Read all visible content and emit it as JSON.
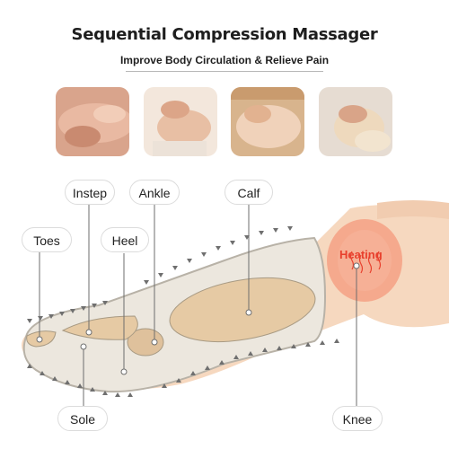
{
  "header": {
    "title": "Sequential Compression Massager",
    "subtitle": "Improve Body Circulation & Relieve Pain"
  },
  "photos": [
    {
      "name": "massage-photo-foot"
    },
    {
      "name": "massage-photo-calf"
    },
    {
      "name": "massage-photo-thigh"
    },
    {
      "name": "massage-photo-knee"
    }
  ],
  "labels": {
    "instep": "Instep",
    "ankle": "Ankle",
    "calf": "Calf",
    "toes": "Toes",
    "heel": "Heel",
    "sole": "Sole",
    "knee": "Knee",
    "heating": "Heating"
  },
  "colors": {
    "heating": "#e8402d",
    "wrap": "#ece7de",
    "skin": "#f6d8bf",
    "chamber": "#e6caa4"
  }
}
